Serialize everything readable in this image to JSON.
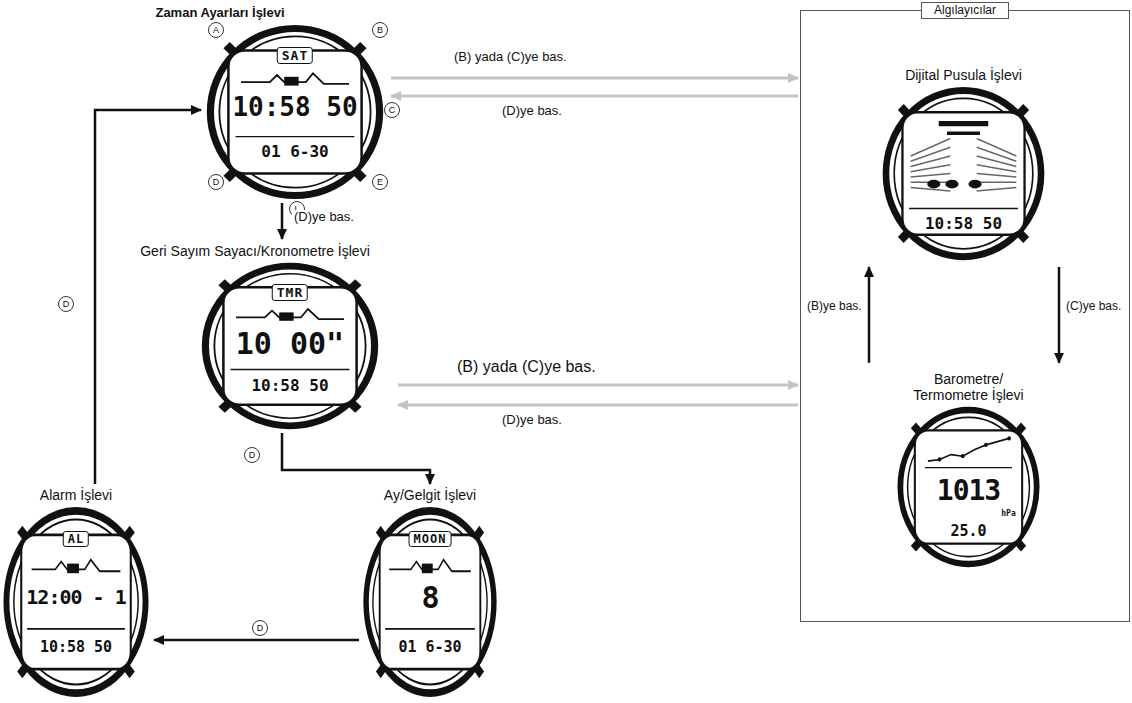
{
  "diagram": {
    "nodes": [
      {
        "text": [
          "Zaman Ayarları İşlevi",
          "SAT",
          "10:58 50",
          "01 6-30"
        ]
      },
      {
        "text": [
          "Geri Sayım Sayacı/Kronometre İşlevi",
          "TMR",
          "10 00\"",
          "10:58 50"
        ]
      },
      {
        "text": [
          "Ay/Gelgit İşlevi",
          "MOON",
          "8",
          "01 6-30"
        ]
      },
      {
        "text": [
          "Alarm İşlevi",
          "AL",
          "12:00 - 1",
          "10:58 50"
        ]
      },
      {
        "text": [
          "Algılayıcılar"
        ]
      },
      {
        "text": [
          "Dijital Pusula İşlevi",
          "10:58 50"
        ],
        "in": 4
      },
      {
        "text": [
          "Barometre/ Termometre İşlevi",
          "1013",
          "hPa",
          "25.0"
        ],
        "in": 4
      }
    ],
    "edges": [
      {
        "from": 0,
        "to": 4,
        "arrow": "to",
        "label": "(B) yada (C)ye bas."
      },
      {
        "from": 4,
        "to": 0,
        "arrow": "to",
        "label": "(D)ye bas."
      },
      {
        "from": 0,
        "to": 1,
        "arrow": "to",
        "label": "(D)ye bas."
      },
      {
        "from": 1,
        "to": 4,
        "arrow": "to",
        "label": "(B) yada (C)ye bas."
      },
      {
        "from": 4,
        "to": 1,
        "arrow": "to",
        "label": "(D)ye bas."
      },
      {
        "from": 5,
        "to": 6,
        "arrow": "to",
        "label": "(C)ye bas."
      },
      {
        "from": 6,
        "to": 5,
        "arrow": "to",
        "label": "(B)ye bas."
      },
      {
        "from": 1,
        "to": 2,
        "arrow": "to",
        "label": "D"
      },
      {
        "from": 2,
        "to": 3,
        "arrow": "to",
        "label": "D"
      },
      {
        "from": 3,
        "to": 0,
        "arrow": "to",
        "label": "D"
      }
    ],
    "labels": [
      "A",
      "B",
      "C",
      "D",
      "E",
      "L"
    ]
  }
}
